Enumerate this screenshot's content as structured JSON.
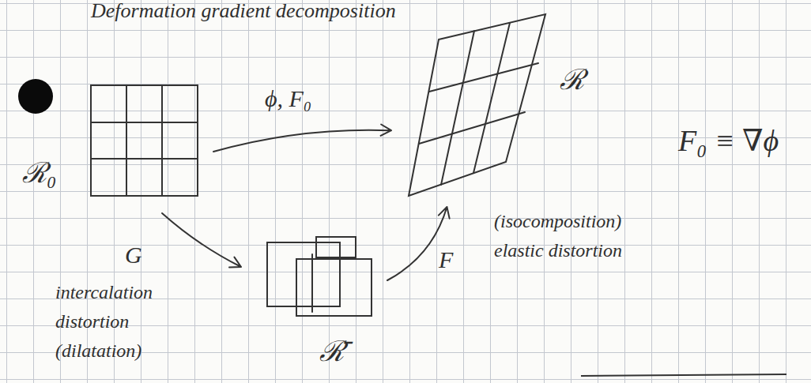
{
  "diagram": {
    "title": "Deformation gradient decomposition",
    "nodes": [
      {
        "text": [
          "ℛ₀"
        ]
      },
      {
        "text": [
          "ℛ"
        ]
      },
      {
        "text": [
          "ℛ̄"
        ]
      }
    ],
    "edges": [
      {
        "from": 0,
        "to": 1,
        "label": "ϕ, F₀",
        "arrow": "to"
      },
      {
        "from": 0,
        "to": 2,
        "label": "G",
        "arrow": "to"
      },
      {
        "from": 2,
        "to": 1,
        "label": "F",
        "arrow": "to"
      }
    ],
    "labels": [
      "F₀ ≡ ∇ϕ",
      "intercalation distortion (dilatation)",
      "(isocomposition) elastic distortion"
    ]
  }
}
